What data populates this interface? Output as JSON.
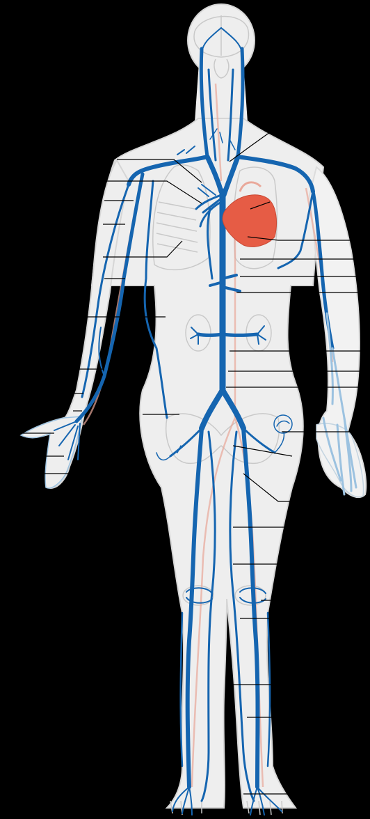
{
  "diagram": {
    "kind": "human venous system (unlabeled callouts)",
    "palette": {
      "background": "#000000",
      "body_fill": "#eeeeee",
      "body_edge": "#d6d6d6",
      "outline": "#c9c9c9",
      "vein": "#1565b0",
      "vein_light": "#9cc2e0",
      "artery_faint": "#e9a89a",
      "heart": "#e65c45",
      "leader": "#000000"
    },
    "left_callout_count": 16,
    "right_callout_count": 19
  }
}
